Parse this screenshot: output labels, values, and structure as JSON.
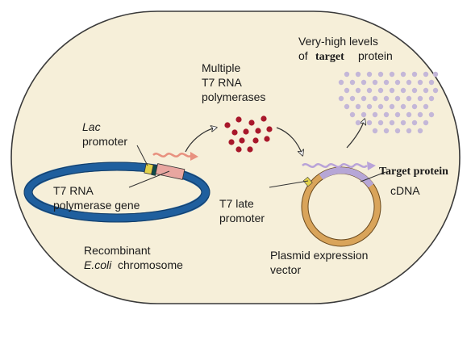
{
  "labels": {
    "very_high_line1": "Very-high levels",
    "very_high_of": "of",
    "target": "target",
    "protein": "protein",
    "multiple_line1": "Multiple",
    "multiple_line2": "T7 RNA",
    "multiple_line3": "polymerases",
    "lac": "Lac",
    "promoter": "promoter",
    "t7_rna": "T7 RNA",
    "polymerase_gene": "polymerase gene",
    "target_protein": "Target protein",
    "cdna": "cDNA",
    "t7_late": "T7 late",
    "t7_late_promoter": "promoter",
    "recombinant": "Recombinant",
    "ecoli": "E.coli",
    "chromosome": "chromosome",
    "plasmid_line1": "Plasmid expression",
    "plasmid_line2": "vector"
  },
  "colors": {
    "cell_fill": "#f6efd9",
    "cell_stroke": "#3a3a3a",
    "chromosome": "#1f5f9e",
    "chromosome_dark": "#143d66",
    "plasmid": "#d9a45a",
    "polymerase_dot": "#a8172a",
    "protein_dot": "#c4b7d8",
    "lac_box": "#e2d24a",
    "t7_gene_box": "#e8a6a0",
    "cdna_arc": "#b6a6d6",
    "mrna_red": "#e8917f",
    "mrna_purple": "#b9a3d8"
  }
}
